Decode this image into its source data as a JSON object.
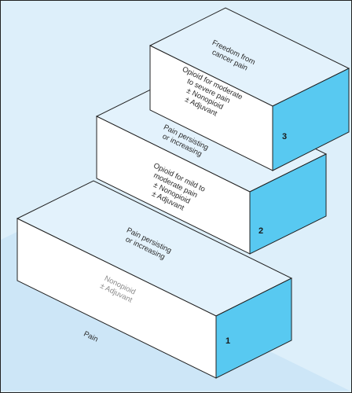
{
  "colors": {
    "background_light": "#ddeffa",
    "floor": "#cde6f7",
    "top_face": "#e3f2fc",
    "front_face": "#ffffff",
    "side_face": "#58c9f1",
    "outline": "#222222",
    "text": "#2a2a2a",
    "text_muted": "#8a8a8a"
  },
  "floor_label": "Pain",
  "steps": [
    {
      "number": "1",
      "treatment": [
        "Nonopioid",
        "± Adjuvant"
      ],
      "riser": [
        "Pain persisting",
        "or increasing"
      ]
    },
    {
      "number": "2",
      "treatment": [
        "Opioid for mild to",
        "moderate pain",
        "± Nonopioid",
        "± Adjuvant"
      ],
      "riser": [
        "Pain persisting",
        "or increasing"
      ]
    },
    {
      "number": "3",
      "treatment": [
        "Opioid for moderate",
        "to severe pain",
        "± Nonopioid",
        "± Adjuvant"
      ],
      "riser": [
        "Freedom from",
        "cancer pain"
      ]
    }
  ]
}
